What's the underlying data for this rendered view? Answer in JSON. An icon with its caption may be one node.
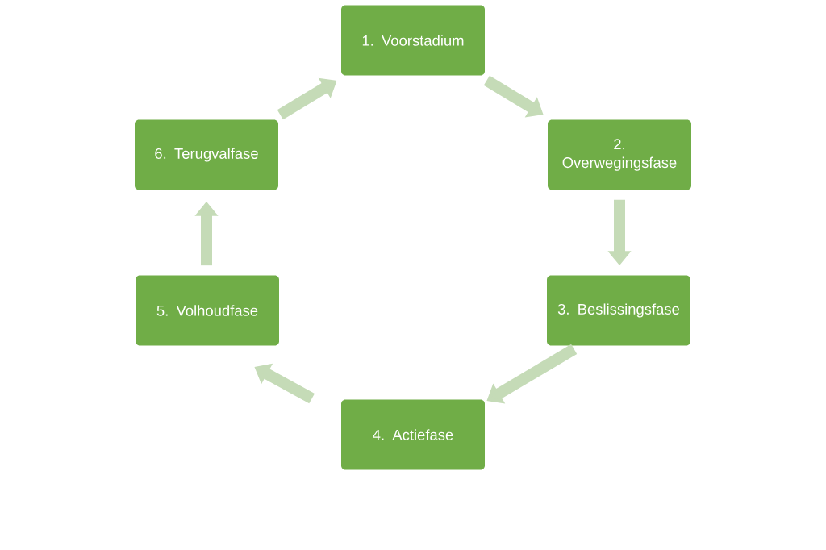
{
  "diagram": {
    "nodes": [
      {
        "text": [
          "1. Voorstadium"
        ]
      },
      {
        "text": [
          "2. Overwegingsfase"
        ]
      },
      {
        "text": [
          "3. Beslissingsfase"
        ]
      },
      {
        "text": [
          "4. Actiefase"
        ]
      },
      {
        "text": [
          "5. Volhoudfase"
        ]
      },
      {
        "text": [
          "6. Terugvalfase"
        ]
      }
    ],
    "edges": [
      {
        "from": 0,
        "to": 1,
        "arrow": "to"
      },
      {
        "from": 1,
        "to": 2,
        "arrow": "to"
      },
      {
        "from": 2,
        "to": 3,
        "arrow": "to"
      },
      {
        "from": 3,
        "to": 4,
        "arrow": "to"
      },
      {
        "from": 4,
        "to": 5,
        "arrow": "to"
      },
      {
        "from": 5,
        "to": 0,
        "arrow": "to"
      }
    ]
  }
}
